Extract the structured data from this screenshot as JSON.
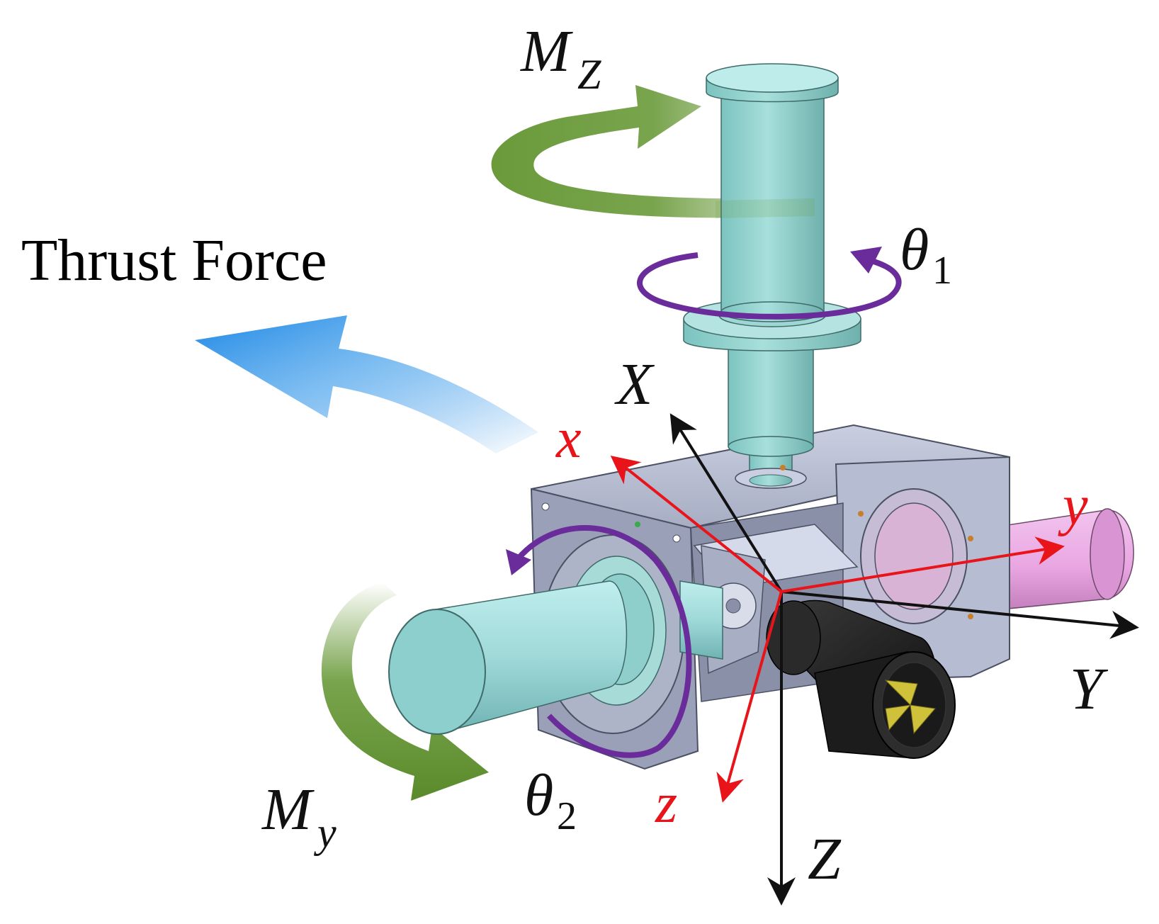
{
  "labels": {
    "thrust_force": "Thrust Force",
    "mz_main": "M",
    "mz_sub": "Z",
    "my_main": "M",
    "my_sub": "y",
    "theta1_main": "θ",
    "theta1_sub": "1",
    "theta2_main": "θ",
    "theta2_sub": "2",
    "global_x": "X",
    "global_y": "Y",
    "global_z": "Z",
    "body_x": "x",
    "body_y": "y",
    "body_z": "z"
  },
  "colors": {
    "moment_arrow": "#6a9a3a",
    "rotation_arrow": "#6a2c9a",
    "thrust_arrow": "#1e88e5",
    "body_axes": "#e8141a",
    "global_axes": "#111111",
    "shaft": "#8fd3cf",
    "frame": "#b9bfd3",
    "y_shaft": "#e9a6e2",
    "thruster": "#222222",
    "propeller": "#cfc23a"
  },
  "icons": {
    "moment_z": "curved-arrow-icon",
    "moment_y": "curved-arrow-icon",
    "rotation_1": "rotation-arrow-icon",
    "rotation_2": "rotation-arrow-icon",
    "thrust": "thrust-arrow-icon"
  }
}
